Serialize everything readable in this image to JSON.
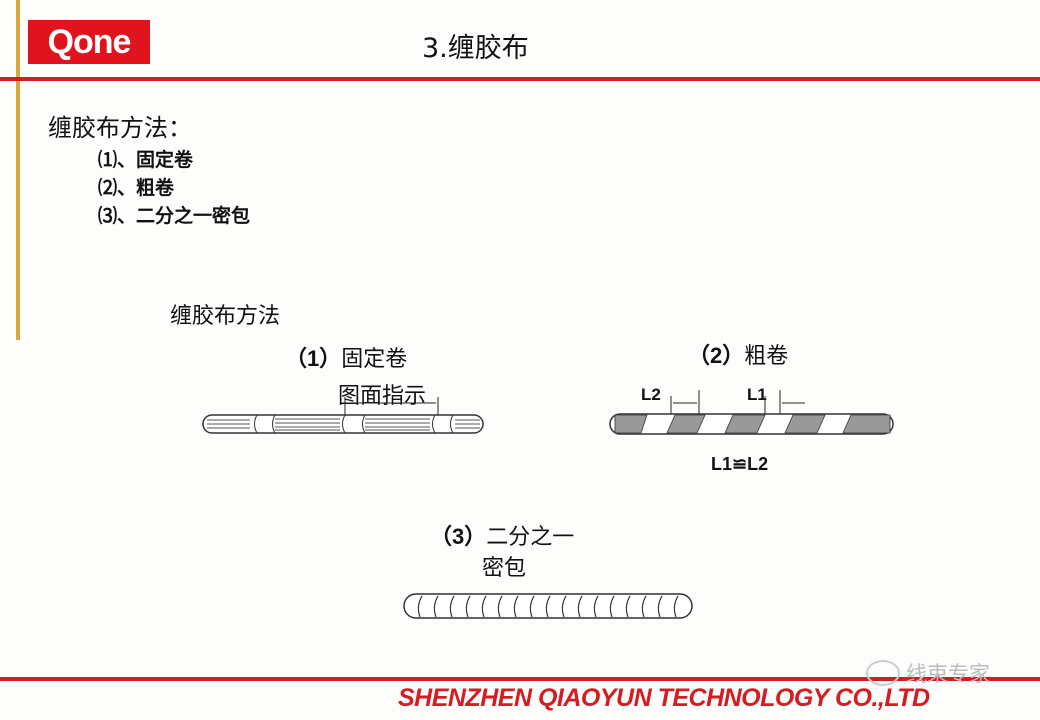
{
  "header": {
    "logo_text": "Qone",
    "title": "3.缠胶布"
  },
  "intro": {
    "heading": "缠胶布方法：",
    "items": [
      "⑴、固定卷",
      "⑵、粗卷",
      "⑶、二分之一密包"
    ]
  },
  "diagram": {
    "subtitle": "缠胶布方法",
    "fig1": {
      "label_num": "（1）",
      "label": "固定卷",
      "annotation": "图面指示"
    },
    "fig2": {
      "label_num": "（2）",
      "label": "粗卷",
      "l2": "L2",
      "l1": "L1",
      "relation": "L1≌L2"
    },
    "fig3": {
      "label_num": "（3）",
      "label_line1": "二分之一",
      "label_line2": "密包"
    }
  },
  "footer": {
    "company": "SHENZHEN QIAOYUN TECHNOLOGY CO.,LTD",
    "watermark": "线束专家"
  },
  "colors": {
    "brand_red": "#d41c22",
    "accent_gold": "#d9a640"
  }
}
